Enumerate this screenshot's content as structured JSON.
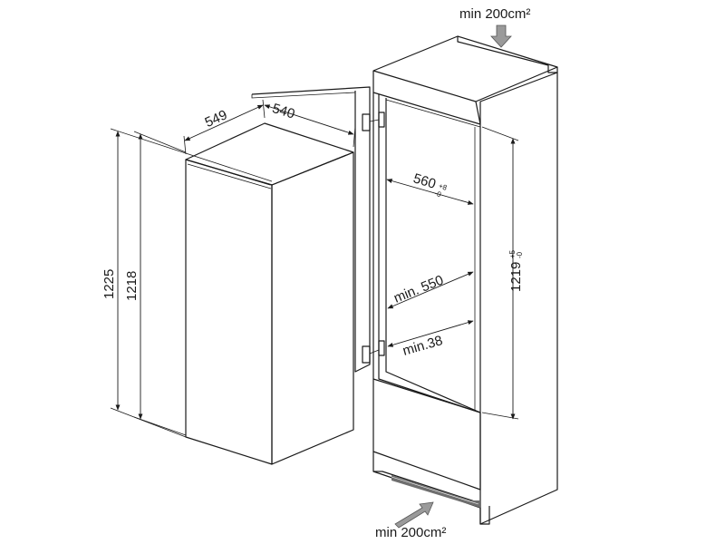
{
  "labels": {
    "vent_top": "min 200cm²",
    "vent_bottom": "min 200cm²",
    "depth_549": "549",
    "width_540": "540",
    "height_1225": "1225",
    "height_1218": "1218",
    "niche_width": "560",
    "niche_width_tol_upper": "+8",
    "niche_width_tol_lower": "-0",
    "niche_height": "1219",
    "niche_height_tol_upper": "+5",
    "niche_height_tol_lower": "-0",
    "niche_depth": "min. 550",
    "panel_thickness": "min.38"
  },
  "colors": {
    "line": "#1a1a1a",
    "arrow_fill": "#9a9a9a",
    "vent_grille": "#6e6e6e",
    "background": "#ffffff"
  }
}
